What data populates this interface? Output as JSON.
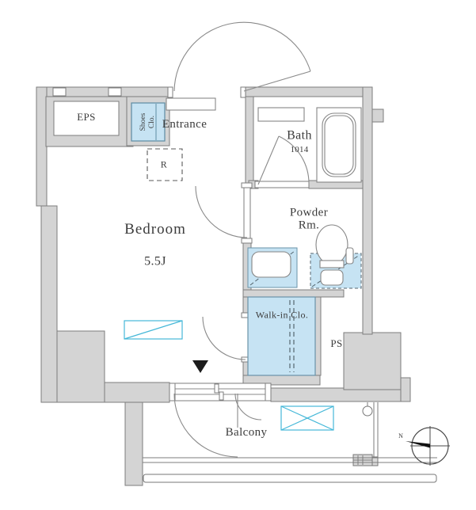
{
  "plan": {
    "rooms": {
      "eps": "EPS",
      "shoes_closet": "Shoes Clo.",
      "entrance": "Entrance",
      "refrigerator_space": "R",
      "bath": "Bath",
      "bath_size": "1014",
      "powder_room": "Powder Rm.",
      "bedroom": "Bedroom",
      "bedroom_size": "5.5J",
      "walk_in_closet": "Walk-in Clo.",
      "pipe_space": "PS",
      "balcony": "Balcony"
    },
    "compass": {
      "north": "N"
    },
    "colors": {
      "wall_fill": "#d4d4d4",
      "wall_stroke": "#7d7d7d",
      "closet_blue": "#c6e3f3",
      "cyan_accent": "#45b8d8",
      "text": "#3c3c3c"
    }
  }
}
